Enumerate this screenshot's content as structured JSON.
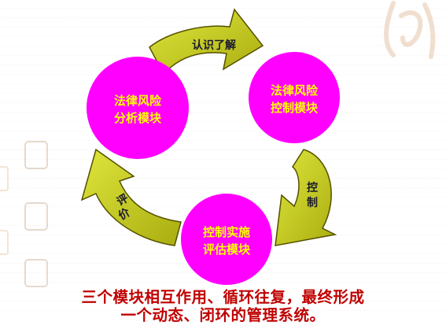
{
  "modules": {
    "analysis": [
      "法律风险",
      "分析模块"
    ],
    "control": [
      "法律风险",
      "控制模块"
    ],
    "evaluation": [
      "控制实施",
      "评估模块"
    ]
  },
  "arrows": {
    "top": "认识了解",
    "right": [
      "控",
      "制"
    ],
    "left": [
      "评",
      "价"
    ]
  },
  "caption": {
    "line1": "三个模块相互作用、循环往复，最终形成",
    "line2": "一个动态、闭环的管理系统。"
  },
  "colors": {
    "circle": "#ff00ff",
    "circle_text": "#ffff00",
    "arrow_fill": "#c6cc1a",
    "arrow_stroke": "#555000",
    "caption": "#c00000"
  }
}
